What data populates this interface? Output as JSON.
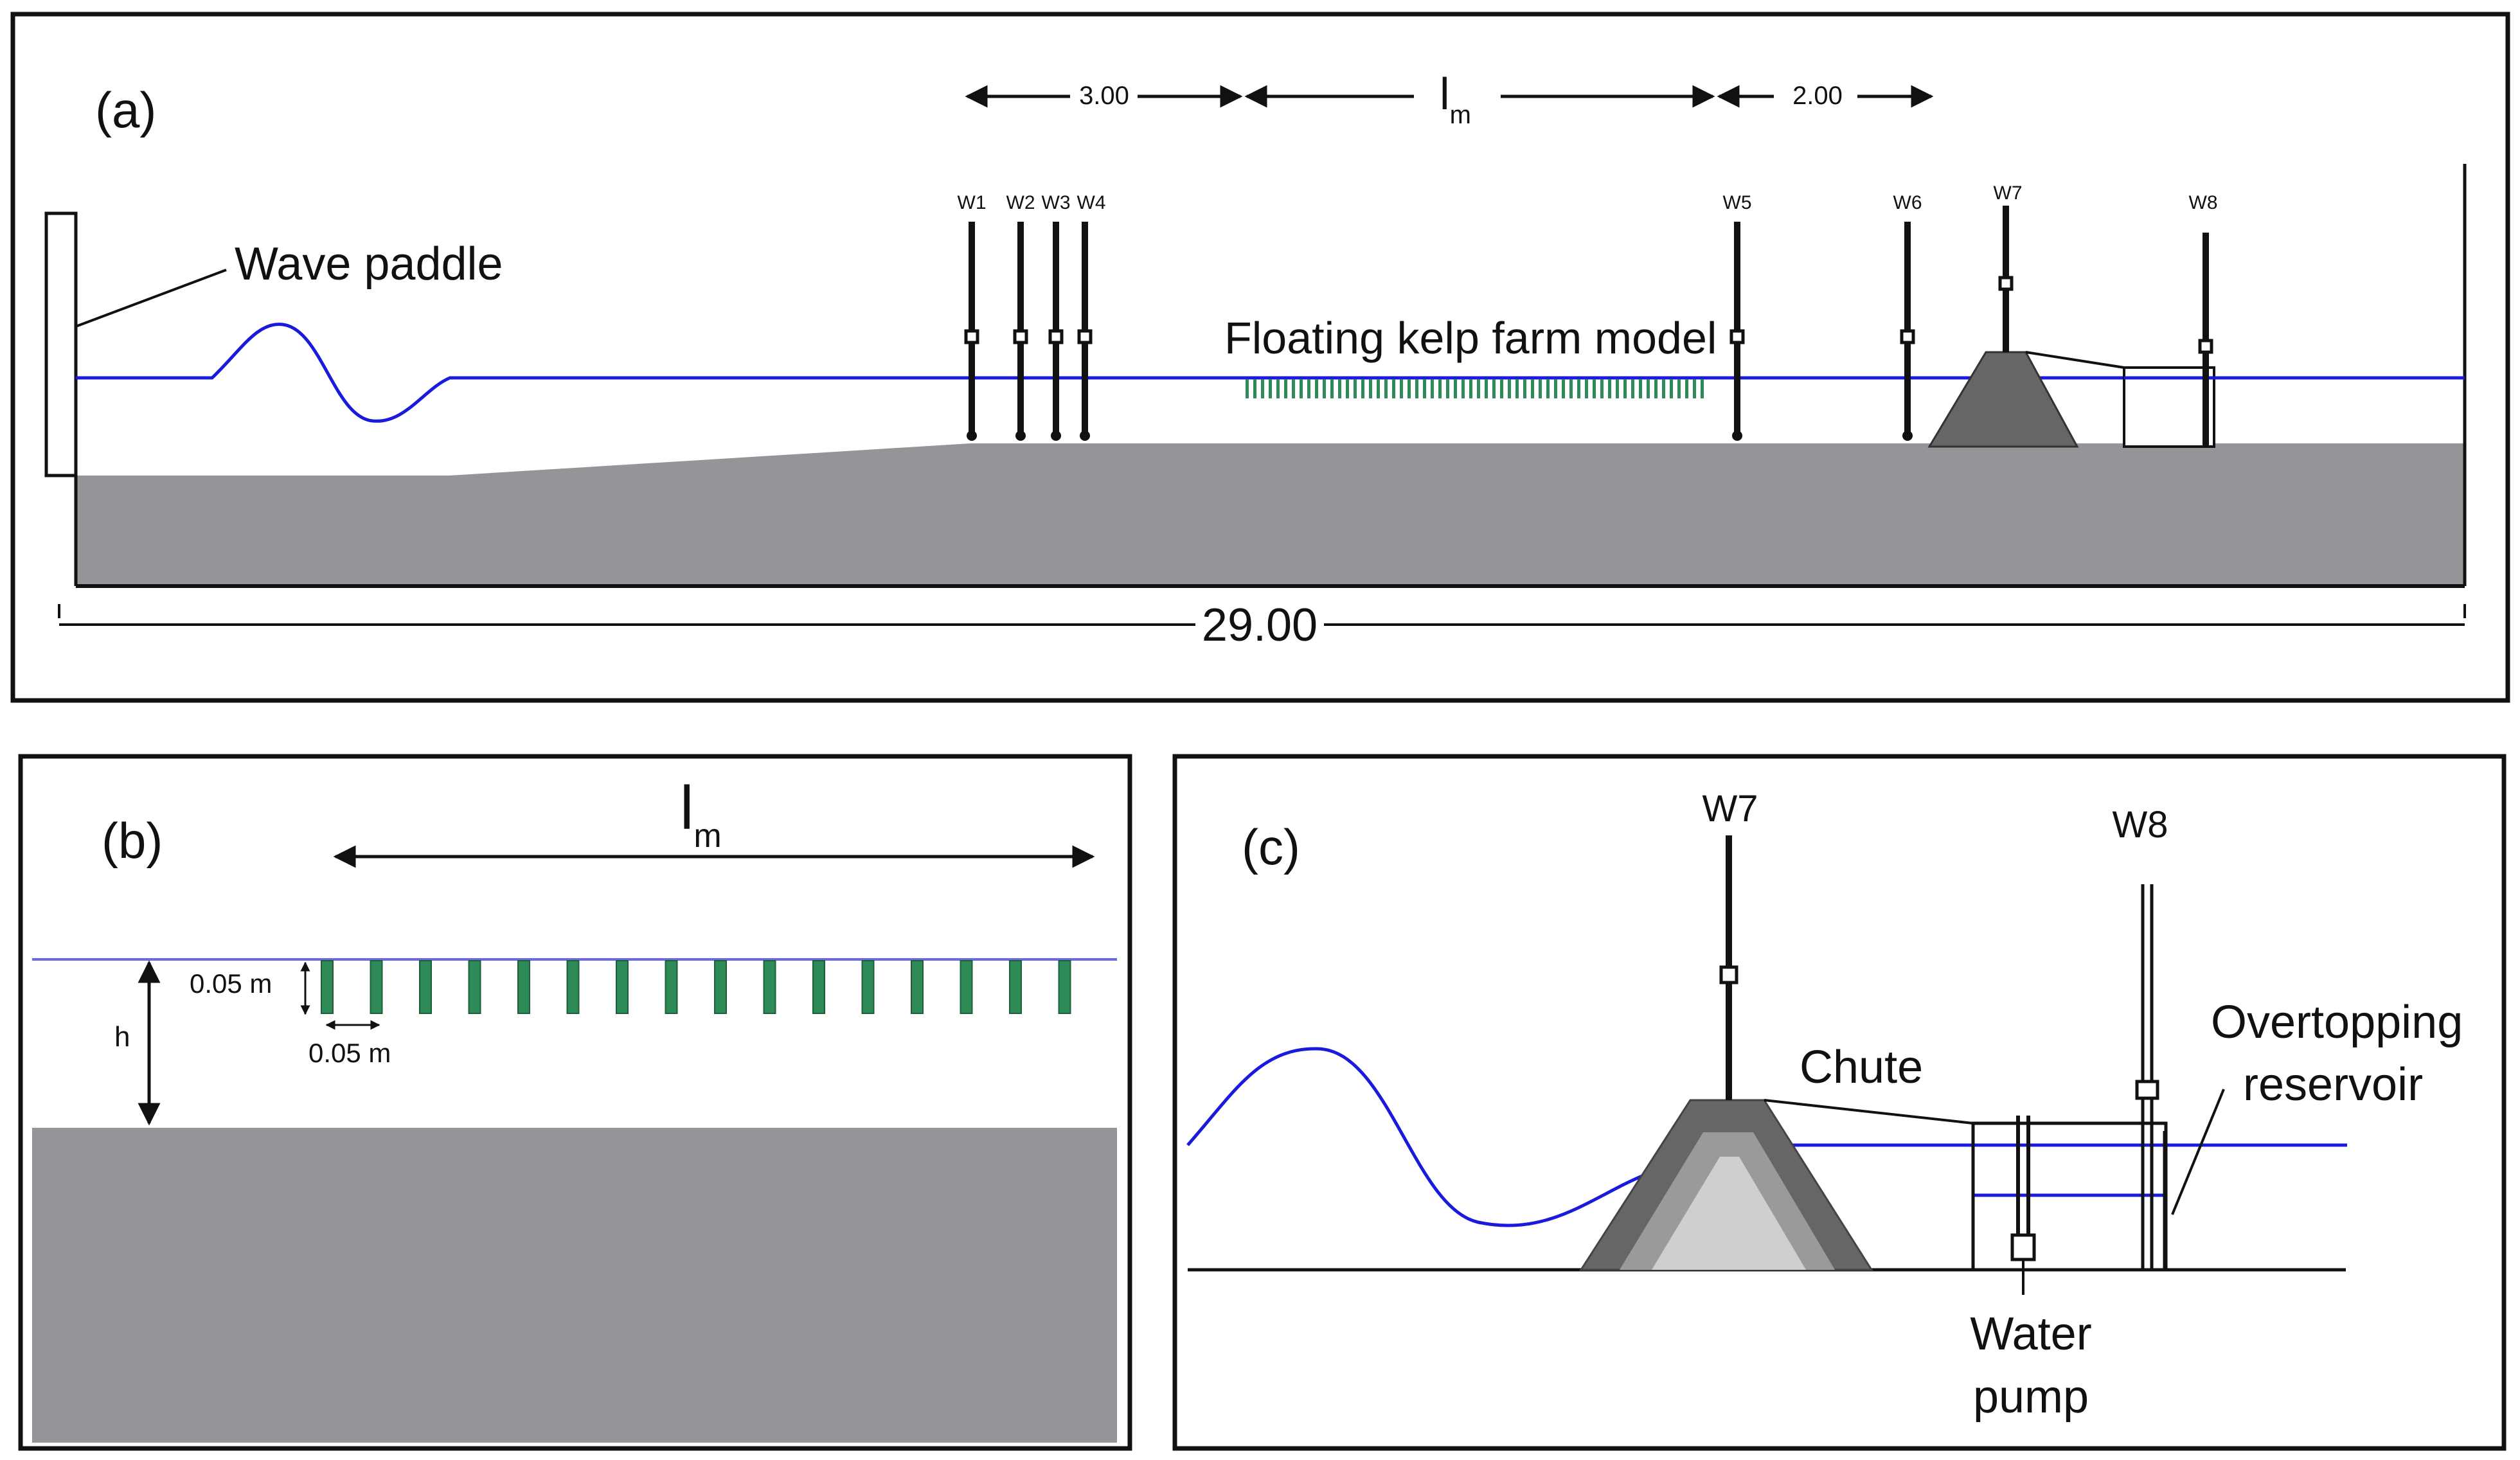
{
  "panel_a": {
    "label": "(a)",
    "dim_3": "3.00",
    "dim_lm_main": "l",
    "dim_lm_sub": "m",
    "dim_2": "2.00",
    "total_length": "29.00",
    "wave_paddle": "Wave paddle",
    "kelp_farm": "Floating kelp farm model",
    "gauges": [
      "W1",
      "W2",
      "W3",
      "W4",
      "W5",
      "W6",
      "W7",
      "W8"
    ]
  },
  "panel_b": {
    "label": "(b)",
    "dim_lm_main": "l",
    "dim_lm_sub": "m",
    "height_label": "0.05 m",
    "spacing_label": "0.05 m",
    "depth_label": "h"
  },
  "panel_c": {
    "label": "(c)",
    "gauge_w7": "W7",
    "gauge_w8": "W8",
    "chute": "Chute",
    "reservoir_line1": "Overtopping",
    "reservoir_line2": "reservoir",
    "pump_line1": "Water",
    "pump_line2": "pump"
  },
  "colors": {
    "water": "#1a1adc",
    "seabed": "#939598",
    "kelp": "#2e8b57",
    "breakwater_outer": "#666666",
    "breakwater_mid": "#9a9a9a",
    "breakwater_core": "#cfcfcf"
  }
}
